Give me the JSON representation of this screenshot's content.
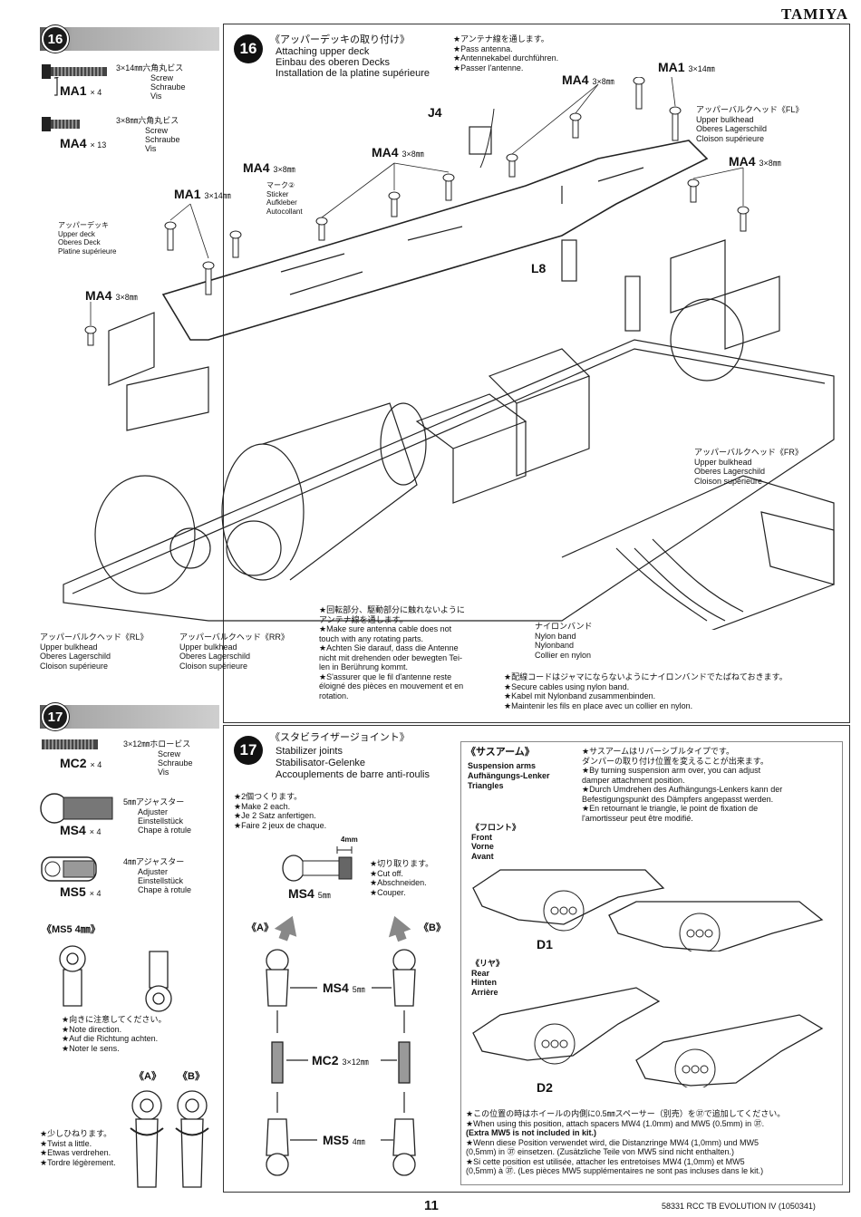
{
  "brand": "TAMIYA",
  "step16_side": {
    "number": "16",
    "parts": [
      {
        "name": "3×14㎜六角丸ビス",
        "en": "Screw",
        "de": "Schraube",
        "fr": "Vis",
        "code": "MA1",
        "qty": "× 4"
      },
      {
        "name": "3×8㎜六角丸ビス",
        "en": "Screw",
        "de": "Schraube",
        "fr": "Vis",
        "code": "MA4",
        "qty": "× 13"
      }
    ]
  },
  "step16_main": {
    "number": "16",
    "title_jp": "《アッパーデッキの取り付け》",
    "title_en": "Attaching upper deck",
    "title_de": "Einbau des oberen Decks",
    "title_fr": "Installation de la platine supérieure",
    "antenna_note": [
      "★アンテナ線を通します。",
      "★Pass antenna.",
      "★Antennekabel durchführen.",
      "★Passer l'antenne."
    ],
    "labels": {
      "ma4_a": "MA4",
      "ma4_a_size": "3×8㎜",
      "ma1_a": "MA1",
      "ma1_a_size": "3×14㎜",
      "ma4_b": "MA4",
      "ma4_b_size": "3×8㎜",
      "ma4_c": "MA4",
      "ma4_c_size": "3×8㎜",
      "ma4_d": "MA4",
      "ma4_d_size": "3×8㎜",
      "ma1_b": "MA1",
      "ma1_b_size": "3×14㎜",
      "ma4_e": "MA4",
      "ma4_e_size": "3×8㎜",
      "j4": "J4",
      "l8": "L8"
    },
    "sticker": [
      "マーク②",
      "Sticker",
      "Aufkleber",
      "Autocollant"
    ],
    "upper_deck": [
      "アッパーデッキ",
      "Upper deck",
      "Oberes Deck",
      "Platine supérieure"
    ],
    "fl": [
      "アッパーバルクヘッド《FL》",
      "Upper bulkhead",
      "Oberes Lagerschild",
      "Cloison supérieure"
    ],
    "fr": [
      "アッパーバルクヘッド《FR》",
      "Upper bulkhead",
      "Oberes Lagerschild",
      "Cloison supérieure"
    ],
    "rl": [
      "アッパーバルクヘッド《RL》",
      "Upper bulkhead",
      "Oberes Lagerschild",
      "Cloison supérieure"
    ],
    "rr": [
      "アッパーバルクヘッド《RR》",
      "Upper bulkhead",
      "Oberes Lagerschild",
      "Cloison supérieure"
    ],
    "caution": [
      "★回転部分、駆動部分に触れないように",
      "アンテナ線を通します。",
      "★Make sure antenna cable does not",
      "touch with any rotating parts.",
      "★Achten Sie darauf, dass die Antenne",
      "nicht mit drehenden oder bewegten Tei-",
      "len in Berührung kommt.",
      "★S'assurer que le fil d'antenne reste",
      "éloigné des pièces en mouvement et en",
      "rotation."
    ],
    "nylon_band": [
      "ナイロンバンド",
      "Nylon band",
      "Nylonband",
      "Collier en nylon"
    ],
    "secure": [
      "★配線コードはジャマにならないようにナイロンバンドでたばねておきます。",
      "★Secure cables using nylon band.",
      "★Kabel mit Nylonband zusammenbinden.",
      "★Maintenir les fils en place avec un collier en nylon."
    ]
  },
  "step17_side": {
    "number": "17",
    "parts": [
      {
        "name": "3×12㎜ホロービス",
        "en": "Screw",
        "de": "Schraube",
        "fr": "Vis",
        "code": "MC2",
        "qty": "× 4"
      },
      {
        "name": "5㎜アジャスター",
        "en": "Adjuster",
        "de": "Einstellstück",
        "fr": "Chape à rotule",
        "code": "MS4",
        "qty": "× 4"
      },
      {
        "name": "4㎜アジャスター",
        "en": "Adjuster",
        "de": "Einstellstück",
        "fr": "Chape à rotule",
        "code": "MS5",
        "qty": "× 4"
      }
    ],
    "ms5_title": "《MS5 4㎜》",
    "direction": [
      "★向きに注意してください。",
      "★Note direction.",
      "★Auf die Richtung achten.",
      "★Noter le sens."
    ],
    "a": "《A》",
    "b": "《B》",
    "twist": [
      "★少しひねります。",
      "★Twist a little.",
      "★Etwas verdrehen.",
      "★Tordre légèrement."
    ]
  },
  "step17_main": {
    "number": "17",
    "title_jp": "《スタビライザージョイント》",
    "title_en": "Stabilizer joints",
    "title_de": "Stabilisator-Gelenke",
    "title_fr": "Accouplements de barre anti-roulis",
    "make2": [
      "★2個つくります。",
      "★Make 2 each.",
      "★Je 2 Satz anfertigen.",
      "★Faire 2 jeux de chaque."
    ],
    "dim": "4mm",
    "ms4": "MS4",
    "ms4_size": "5㎜",
    "cut": [
      "★切り取ります。",
      "★Cut off.",
      "★Abschneiden.",
      "★Couper."
    ],
    "a": "《A》",
    "b": "《B》",
    "ms4_mid": "MS4",
    "ms4_mid_size": "5㎜",
    "mc2": "MC2",
    "mc2_size": "3×12㎜",
    "ms5": "MS5",
    "ms5_size": "4㎜"
  },
  "susp": {
    "title": [
      "《サスアーム》",
      "Suspension arms",
      "Aufhängungs-Lenker",
      "Triangles"
    ],
    "note": [
      "★サスアームはリバーシブルタイプです。",
      "ダンパーの取り付け位置を変えることが出来ます。",
      "★By turning suspension arm over, you can adjust",
      "damper attachment position.",
      "★Durch Umdrehen des Aufhängungs-Lenkers kann der",
      "Befestigungspunkt des Dämpfers angepasst werden.",
      "★En retournant le triangle, le point de fixation de",
      "l'amortisseur peut être modifié."
    ],
    "front": [
      "《フロント》",
      "Front",
      "Vorne",
      "Avant"
    ],
    "d1": "D1",
    "rear": [
      "《リヤ》",
      "Rear",
      "Hinten",
      "Arrière"
    ],
    "d2": "D2",
    "spacer": [
      "★この位置の時はホイールの内側に0.5㎜スペーサー（別売）を㊲で追加してください。",
      "★When using this position, attach spacers MW4 (1.0mm) and MW5 (0.5mm) in ㊲.",
      "(Extra MW5 is not included in kit.)",
      "★Wenn diese Position verwendet wird, die Distanzringe MW4 (1,0mm) und MW5",
      "(0,5mm) in ㊲ einsetzen. (Zusätzliche Teile von MW5 sind nicht enthalten.)",
      "★Si cette position est utilisée, attacher les entretoises MW4 (1,0mm) et MW5",
      "(0,5mm) à ㊲. (Les pièces MW5 supplémentaires ne sont pas incluses dans le kit.)"
    ]
  },
  "footer": {
    "page": "11",
    "code": "58331 RCC TB EVOLUTION IV (1050341)"
  }
}
